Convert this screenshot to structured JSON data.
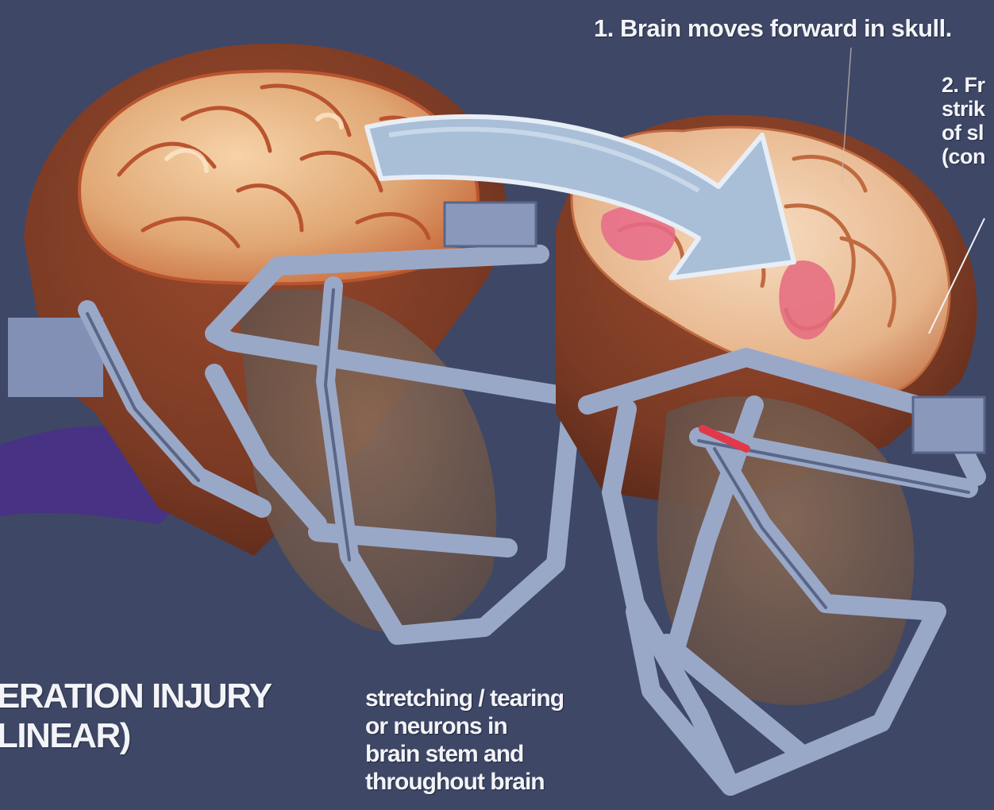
{
  "colors": {
    "background": "#3e4766",
    "helmet_shell": "#7a3a24",
    "brain": "#e0a774",
    "brain_impact": "#e56a7f",
    "facemask": "#9aa8c8",
    "arrow": "#a9bfd8",
    "label_text": "#f3f4f8"
  },
  "icons": [
    "helmet-illustration",
    "brain-illustration",
    "forward-arrow-icon",
    "facemask-illustration"
  ],
  "labels": {
    "step1": "1. Brain moves forward in skull.",
    "step2_lines": [
      "2. Fr",
      "strik",
      "of sl",
      "(con"
    ],
    "title_lines": [
      "ERATION INJURY",
      "LINEAR)"
    ],
    "stretch_lines": [
      "stretching / tearing",
      "or neurons in",
      "brain stem and",
      "throughout brain"
    ]
  }
}
